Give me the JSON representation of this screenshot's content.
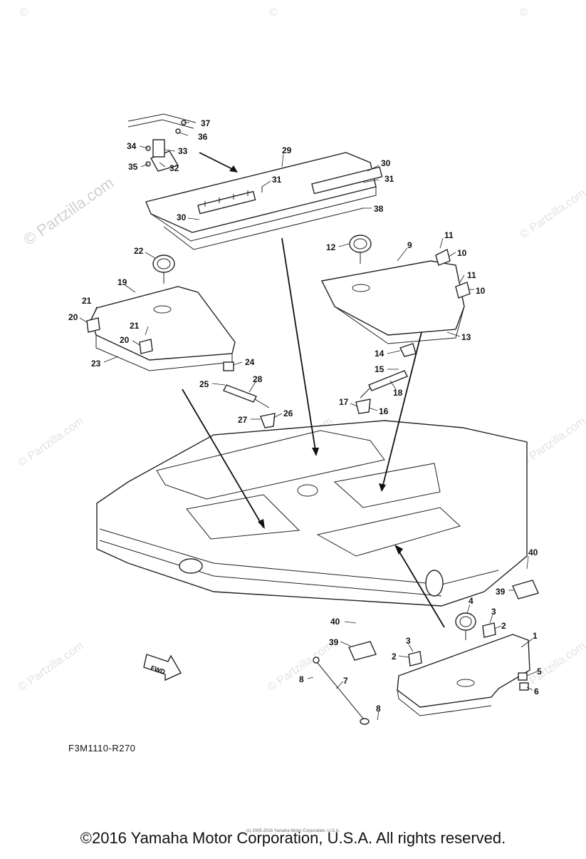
{
  "watermark": {
    "brand": "© Partzilla.com",
    "corner_mark": "©"
  },
  "figure_code": "F3M1110-R270",
  "copyright": "©2016 Yamaha Motor Corporation, U.S.A. All rights reserved.",
  "fineprint": "(c) 2005-2016 Yamaha Motor Corporation, U.S.A.",
  "fwd_label": "FWD",
  "callouts": [
    "37",
    "36",
    "34",
    "33",
    "35",
    "32",
    "29",
    "30",
    "31",
    "31",
    "30",
    "38",
    "22",
    "19",
    "21",
    "20",
    "21",
    "20",
    "23",
    "12",
    "9",
    "11",
    "10",
    "11",
    "10",
    "13",
    "24",
    "25",
    "28",
    "27",
    "26",
    "14",
    "15",
    "18",
    "17",
    "16",
    "40",
    "39",
    "40",
    "39",
    "8",
    "7",
    "8",
    "4",
    "3",
    "2",
    "3",
    "2",
    "1",
    "5",
    "6"
  ]
}
